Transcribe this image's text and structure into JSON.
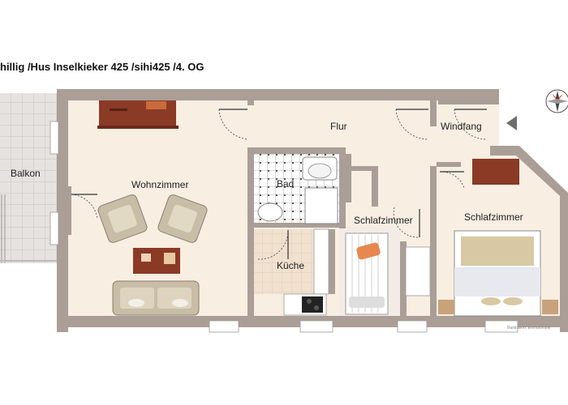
{
  "header": {
    "title": "hillig /Hus Inselkieker 425 /sihi425 /4. OG"
  },
  "rooms": {
    "balkon": "Balkon",
    "wohnzimmer": "Wohnzimmer",
    "flur": "Flur",
    "windfang": "Windfang",
    "bad": "Bad",
    "kueche": "Küche",
    "schlafzimmer_small": "Schlafzimmer",
    "schlafzimmer_large": "Schlafzimmer"
  },
  "credit": "Illustration: EmmaGrafik",
  "icons": {
    "compass": "compass-icon",
    "entrance": "entrance-arrow-icon"
  },
  "colors": {
    "wall": "#aa9e97",
    "floor": "#f8eee2",
    "tile": "#dcd6d3",
    "wood": "#8b3a26",
    "sofa": "#c8bda7"
  }
}
